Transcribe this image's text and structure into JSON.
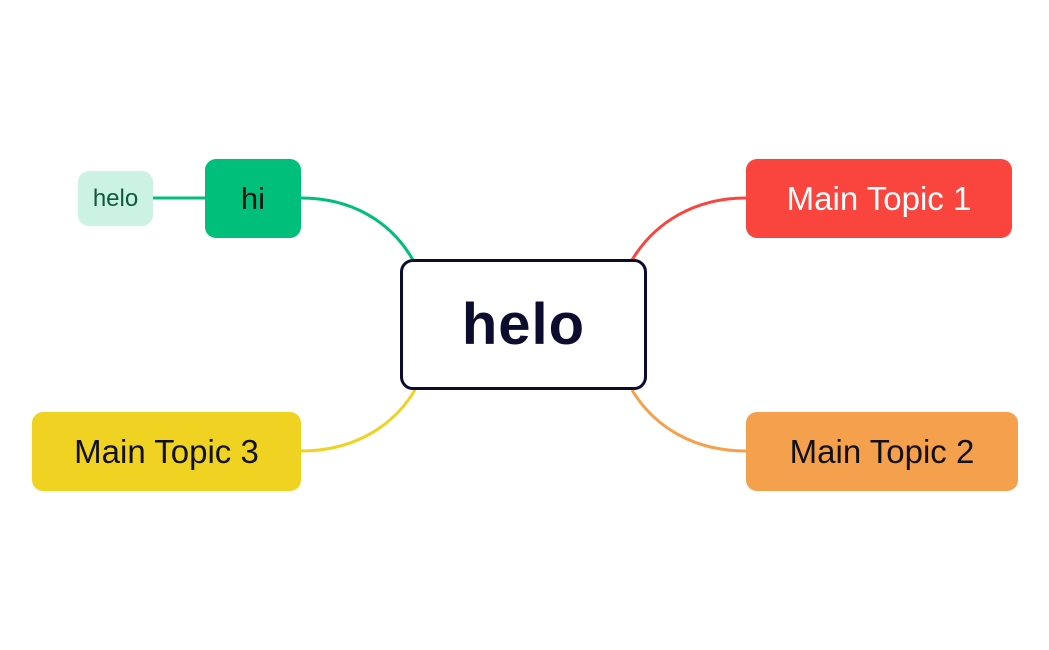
{
  "mindmap": {
    "central": {
      "label": "helo",
      "border_color": "#0c0c2e",
      "text_color": "#0c0c2e"
    },
    "topics": [
      {
        "id": "t1",
        "label": "Main Topic 1",
        "color": "#f9453e",
        "side": "right"
      },
      {
        "id": "t2",
        "label": "Main Topic 2",
        "color": "#f5a04c",
        "side": "right"
      },
      {
        "id": "t3",
        "label": "Main Topic 3",
        "color": "#f0d322",
        "side": "left"
      },
      {
        "id": "thi",
        "label": "hi",
        "color": "#00bf7a",
        "side": "left",
        "subtopics": [
          {
            "label": "helo",
            "color": "#ccf2e4",
            "text_color": "#0b5c3d"
          }
        ]
      }
    ]
  }
}
